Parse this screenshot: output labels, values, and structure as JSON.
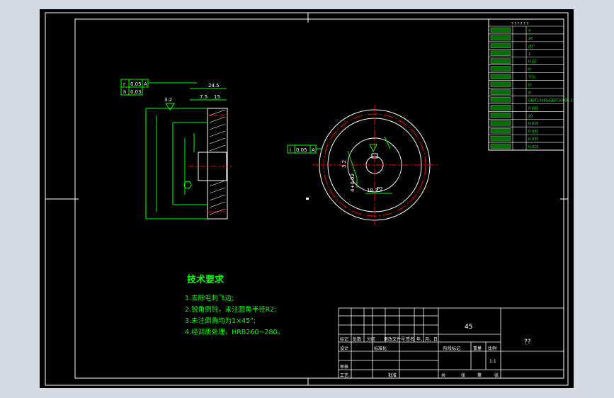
{
  "drawing": {
    "material": "45",
    "drawing_no": "??",
    "scale": "1:1",
    "tech_req": {
      "title": "技术要求",
      "items": [
        "1.去除毛刺飞边;",
        "2.锐角倒钝，未注圆角半径R2;",
        "3.未注倒角均为1×45°;",
        "4.经调质处理，HRB260~280。"
      ]
    },
    "title_block": {
      "row_labels": [
        "标记",
        "处数",
        "分区",
        "更改文件号",
        "签名",
        "年、月、日"
      ],
      "design": "设计",
      "standard": "标准化",
      "review": "审核",
      "process": "工艺",
      "approve": "批准",
      "stage_mark": "阶段标记",
      "weight": "重量",
      "scale_label": "比例",
      "sheets": [
        "共",
        "张",
        "第",
        "张"
      ]
    },
    "side_view": {
      "tol_frame_1": [
        "r",
        "0.05",
        "A"
      ],
      "tol_frame_2": [
        "h",
        "0.03"
      ],
      "dims": [
        "24.5",
        "7.5",
        "15",
        "3.2"
      ]
    },
    "front_view": {
      "tol_frame": [
        "i",
        "0.05",
        "A"
      ],
      "dims": [
        "3.2",
        "18.3",
        "P2",
        "4+0.02"
      ]
    },
    "param_table": {
      "header": "? ? ? ? ? ?",
      "values": [
        "4",
        "20",
        "20°",
        "1",
        "0.25",
        "0",
        "7(?)",
        "0",
        "8",
        "GB/T10095(GB/T10095.1~2)",
        "0.085",
        "20",
        "0.016",
        "0.035",
        "0.035",
        "0.019"
      ]
    }
  }
}
